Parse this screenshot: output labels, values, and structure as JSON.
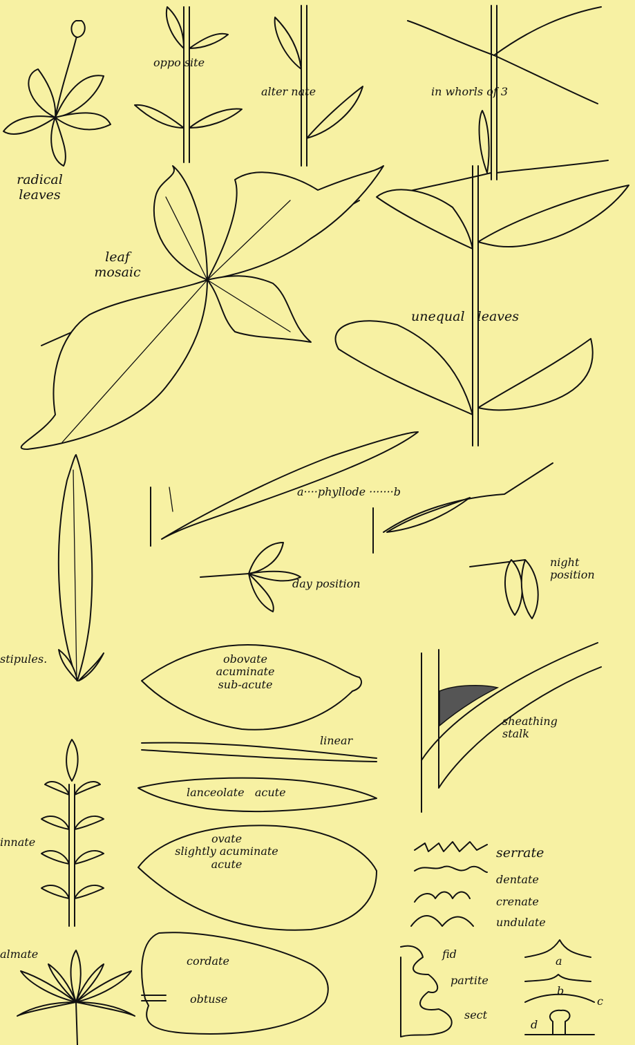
{
  "labels": {
    "radical": "radical\nleaves",
    "opposite": "oppo site",
    "alternate": "alter nate",
    "whorls": "in whorls of 3",
    "mosaic": "leaf\nmosaic",
    "unequal": "unequal   leaves",
    "phyllode": "a····phyllode ·······b",
    "day": "day position",
    "night": "night\nposition",
    "stipules": "stipules.",
    "obovate": "obovate\nacuminate\nsub-acute",
    "linear": "linear",
    "lanceolate": "lanceolate   acute",
    "sheathing": "sheathing\nstalk",
    "pinnate": "innate",
    "ovate": "ovate\nslightly acuminate\nacute",
    "serrate": "serrate",
    "dentate": "dentate",
    "crenate": "crenate",
    "undulate": "undulate",
    "palmate": "almate",
    "cordate": "cordate",
    "obtuse": "obtuse",
    "fid": "fid",
    "partite": "partite",
    "sect": "sect",
    "a": "a",
    "b": "b",
    "c": "c",
    "d": "d"
  }
}
